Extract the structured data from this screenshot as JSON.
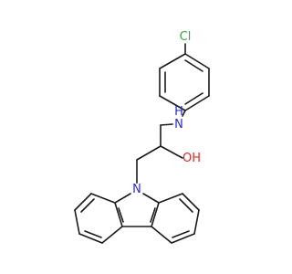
{
  "molecule": {
    "atom_labels": {
      "chlorine": "Cl",
      "amine_n": "N",
      "amine_h": "H",
      "hydroxyl": "OH",
      "carbazole_n": "N"
    },
    "colors": {
      "bond": "#1a1a1a",
      "chlorine": "#3aa63a",
      "nitrogen": "#2b2bd6",
      "oxygen": "#d62b2b"
    }
  }
}
